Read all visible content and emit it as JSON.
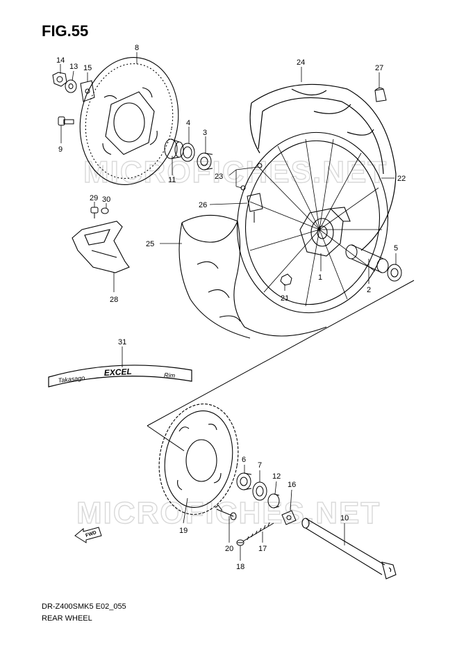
{
  "figure": {
    "title": "FIG.55",
    "model_code": "DR-Z400SMK5 E02_055",
    "section_name": "REAR WHEEL",
    "watermark": "MICROFICHES.NET",
    "rim_brand_small": "Takasago",
    "rim_brand_large": "EXCEL",
    "rim_brand_suffix": "Rim",
    "direction_marker": "FWD"
  },
  "callouts": [
    {
      "id": "c1",
      "label": "1"
    },
    {
      "id": "c2",
      "label": "2"
    },
    {
      "id": "c3",
      "label": "3"
    },
    {
      "id": "c4",
      "label": "4"
    },
    {
      "id": "c5",
      "label": "5"
    },
    {
      "id": "c6",
      "label": "6"
    },
    {
      "id": "c7",
      "label": "7"
    },
    {
      "id": "c8",
      "label": "8"
    },
    {
      "id": "c9",
      "label": "9"
    },
    {
      "id": "c10",
      "label": "10"
    },
    {
      "id": "c11",
      "label": "11"
    },
    {
      "id": "c12",
      "label": "12"
    },
    {
      "id": "c13",
      "label": "13"
    },
    {
      "id": "c14",
      "label": "14"
    },
    {
      "id": "c15",
      "label": "15"
    },
    {
      "id": "c16",
      "label": "16"
    },
    {
      "id": "c17",
      "label": "17"
    },
    {
      "id": "c18",
      "label": "18"
    },
    {
      "id": "c19",
      "label": "19"
    },
    {
      "id": "c20",
      "label": "20"
    },
    {
      "id": "c21",
      "label": "21"
    },
    {
      "id": "c22",
      "label": "22"
    },
    {
      "id": "c23",
      "label": "23"
    },
    {
      "id": "c24",
      "label": "24"
    },
    {
      "id": "c25",
      "label": "25"
    },
    {
      "id": "c26",
      "label": "26"
    },
    {
      "id": "c27",
      "label": "27"
    },
    {
      "id": "c28",
      "label": "28"
    },
    {
      "id": "c29",
      "label": "29"
    },
    {
      "id": "c30",
      "label": "30"
    },
    {
      "id": "c31",
      "label": "31"
    }
  ]
}
